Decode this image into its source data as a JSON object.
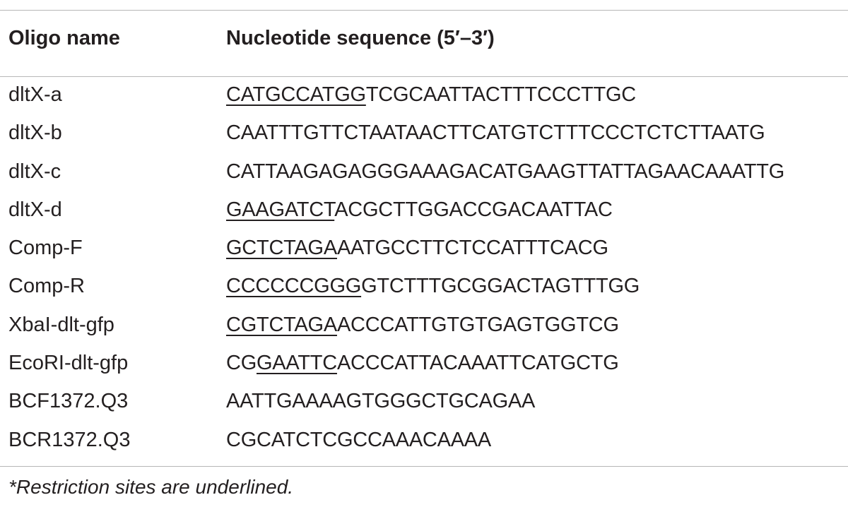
{
  "table": {
    "headers": {
      "name": "Oligo name",
      "sequence": "Nucleotide sequence (5′–3′)"
    },
    "rows": [
      {
        "name": "dltX-a",
        "seq_pre": "",
        "seq_underlined": "CATGCCATGG",
        "seq_post": "TCGCAATTACTTTCCCTTGC"
      },
      {
        "name": "dltX-b",
        "seq_pre": "CAATTTGTTCTAATAACTTCATGTCTTTCCCTCTCTTAATG",
        "seq_underlined": "",
        "seq_post": ""
      },
      {
        "name": "dltX-c",
        "seq_pre": "CATTAAGAGAGGGAAAGACATGAAGTTATTAGAACAAATTG",
        "seq_underlined": "",
        "seq_post": ""
      },
      {
        "name": "dltX-d",
        "seq_pre": "",
        "seq_underlined": "GAAGATCT",
        "seq_post": "ACGCTTGGACCGACAATTAC"
      },
      {
        "name": "Comp-F",
        "seq_pre": "",
        "seq_underlined": "GCTCTAGA",
        "seq_post": "AATGCCTTCTCCATTTCACG"
      },
      {
        "name": "Comp-R",
        "seq_pre": "",
        "seq_underlined": "CCCCCCGGG",
        "seq_post": "GTCTTTGCGGACTAGTTTGG"
      },
      {
        "name": "XbaI-dlt-gfp",
        "seq_pre": "",
        "seq_underlined": "CGTCTAGA",
        "seq_post": "ACCCATTGTGTGAGTGGTCG"
      },
      {
        "name": "EcoRI-dlt-gfp",
        "seq_pre": "CG",
        "seq_underlined": "GAATTC",
        "seq_post": "ACCCATTACAAATTCATGCTG"
      },
      {
        "name": "BCF1372.Q3",
        "seq_pre": "AATTGAAAAGTGGGCTGCAGAA",
        "seq_underlined": "",
        "seq_post": ""
      },
      {
        "name": "BCR1372.Q3",
        "seq_pre": "CGCATCTCGCCAAACAAAA",
        "seq_underlined": "",
        "seq_post": ""
      }
    ],
    "footnote": "*Restriction sites are underlined."
  }
}
